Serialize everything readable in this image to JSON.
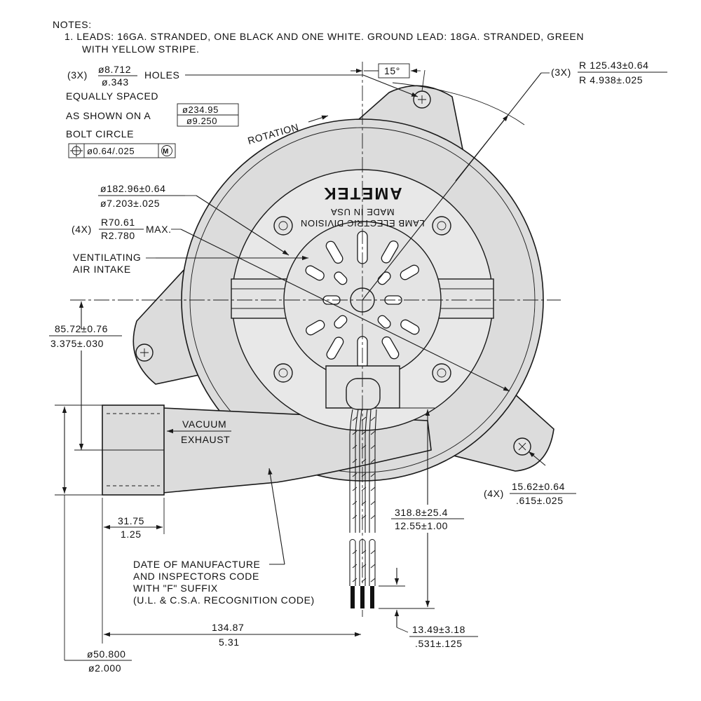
{
  "notes": {
    "heading": "NOTES:",
    "line1": "1. LEADS: 16GA. STRANDED, ONE BLACK AND ONE WHITE. GROUND LEAD: 18GA. STRANDED, GREEN",
    "line2": "WITH YELLOW STRIPE."
  },
  "holes": {
    "qty": "(3X)",
    "dia_mm": "ø8.712",
    "dia_in": "ø.343",
    "label": "HOLES",
    "line_a": "EQUALLY SPACED",
    "line_b": "AS SHOWN ON A",
    "bolt_circle_mm": "ø234.95",
    "bolt_circle_in": "ø9.250",
    "line_c": "BOLT CIRCLE",
    "tolerance": "ø0.64/.025",
    "modifier": "M"
  },
  "angle": {
    "value": "15°"
  },
  "rotation": {
    "label": "ROTATION"
  },
  "flange_radius": {
    "qty": "(3X)",
    "mm": "R 125.43±0.64",
    "in": "R 4.938±.025"
  },
  "housing_dia": {
    "mm": "ø182.96±0.64",
    "in": "ø7.203±.025"
  },
  "radius_max": {
    "qty": "(4X)",
    "mm": "R70.61",
    "in": "R2.780",
    "suffix": "MAX."
  },
  "intake": {
    "line1": "VENTILATING",
    "line2": "AIR INTAKE"
  },
  "label_plate": {
    "line1": "LAMB ELECTRIC DIVISION",
    "line2": "MADE IN USA",
    "brand": "AMETEK"
  },
  "offset": {
    "mm": "85.72±0.76",
    "in": "3.375±.030"
  },
  "exhaust": {
    "line1": "VACUUM",
    "line2": "EXHAUST"
  },
  "corner_radius": {
    "qty": "(4X)",
    "mm": "15.62±0.64",
    "in": ".615±.025"
  },
  "lead_length": {
    "mm": "318.8±25.4",
    "in": "12.55±1.00"
  },
  "outlet_length": {
    "mm": "31.75",
    "in": "1.25"
  },
  "date_code": {
    "line1": "DATE OF MANUFACTURE",
    "line2": "AND INSPECTORS CODE",
    "line3": "WITH \"F\" SUFFIX",
    "line4": "(U.L. & C.S.A. RECOGNITION CODE)"
  },
  "center_dist": {
    "mm": "134.87",
    "in": "5.31"
  },
  "strip_length": {
    "mm": "13.49±3.18",
    "in": ".531±.125"
  },
  "outlet_dia": {
    "mm": "ø50.800",
    "in": "ø2.000"
  },
  "colors": {
    "line": "#1a1a1a",
    "fill": "#dcdcdc",
    "background": "#ffffff"
  }
}
